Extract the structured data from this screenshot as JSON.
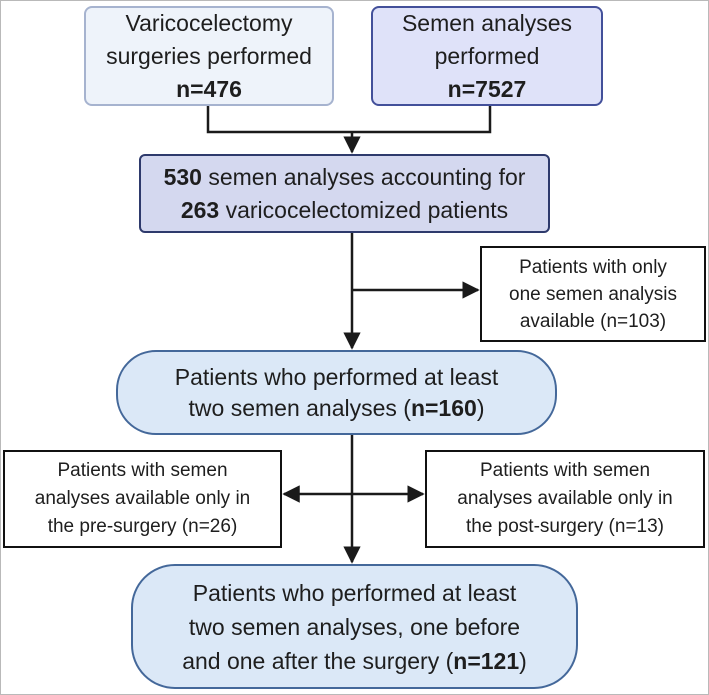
{
  "boxes": {
    "varicocelectomy": {
      "line1": "Varicocelectomy",
      "line2": "surgeries performed",
      "count": "n=476"
    },
    "semen_analyses": {
      "line1": "Semen analyses",
      "line2": "performed",
      "count": "n=7527"
    },
    "combined": {
      "number1": "530",
      "text1": " semen analyses accounting for",
      "number2": "263",
      "text2": " varicocelectomized patients"
    },
    "only_one": {
      "line1": "Patients with only",
      "line2": "one semen analysis",
      "line3": "available (n=103)"
    },
    "at_least_two": {
      "line1": "Patients who performed at least",
      "line2_prefix": "two semen analyses (",
      "count": "n=160",
      "line2_suffix": ")"
    },
    "pre_surgery": {
      "line1": "Patients with semen",
      "line2": "analyses available only in",
      "line3": "the pre-surgery (n=26)"
    },
    "post_surgery": {
      "line1": "Patients with semen",
      "line2": "analyses available only in",
      "line3": "the post-surgery (n=13)"
    },
    "final": {
      "line1": "Patients who performed at least",
      "line2": "two semen analyses, one before",
      "line3_prefix": "and one after the surgery (",
      "count": "n=121",
      "line3_suffix": ")"
    }
  },
  "colors": {
    "connector": "#1a1a1a",
    "varicocelectomy_fill": "#eef3fa",
    "semen_fill": "#dfe2f9",
    "combined_fill": "#d4d8ef",
    "rounded_fill": "#dbe8f7"
  }
}
